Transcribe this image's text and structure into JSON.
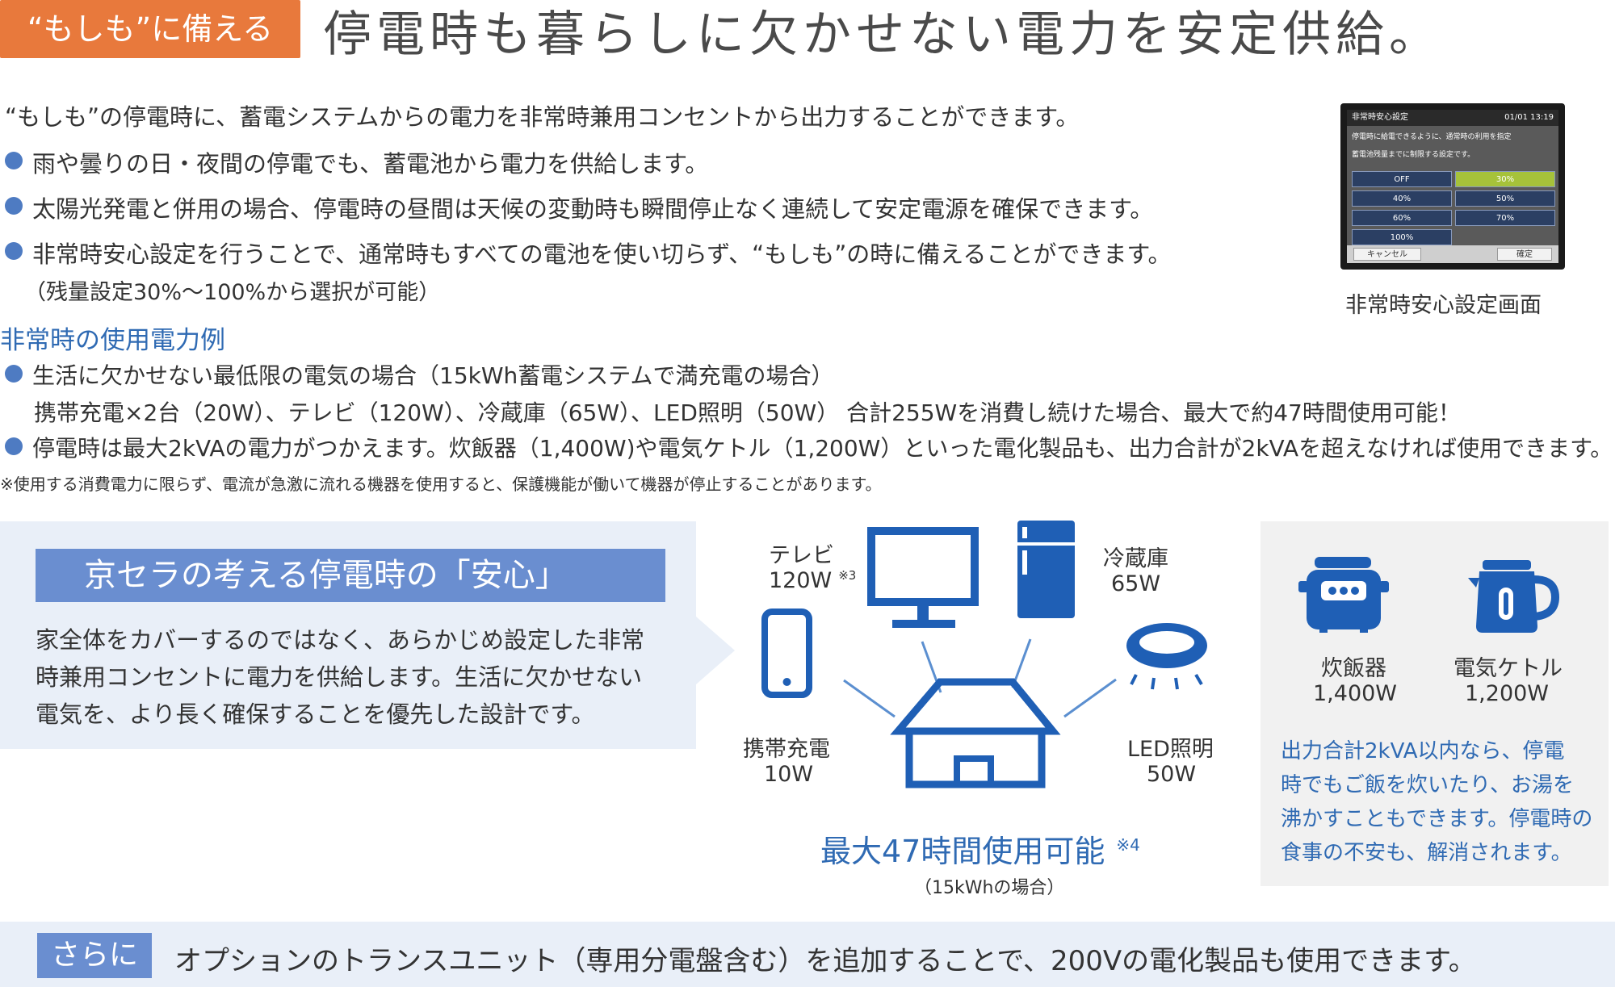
{
  "header": {
    "tag": "“もしも”に備える",
    "headline": "停電時も暮らしに欠かせない電力を安定供給。"
  },
  "intro": "“もしも”の停電時に、蓄電システムからの電力を非常時兼用コンセントから出力することができます。",
  "bullets": [
    "雨や曇りの日・夜間の停電でも、蓄電池から電力を供給します。",
    "太陽光発電と併用の場合、停電時の昼間は天候の変動時も瞬間停止なく連続して安定電源を確保できます。",
    "非常時安心設定を行うことで、通常時もすべての電池を使い切らず、“もしも”の時に備えることができます。"
  ],
  "bullet3_note": "（残量設定30%～100%から選択が可能）",
  "screen": {
    "title": "非常時安心設定",
    "datetime": "01/01 13:19",
    "message_line1": "停電時に給電できるように、通常時の利用を指定",
    "message_line2": "蓄電池残量までに制限する設定です。",
    "options": [
      "OFF",
      "30%",
      "40%",
      "50%",
      "60%",
      "70%",
      "100%"
    ],
    "selected": "30%",
    "cancel": "キャンセル",
    "confirm": "確定",
    "caption": "非常時安心設定画面"
  },
  "example": {
    "heading": "非常時の使用電力例",
    "bullet1": "生活に欠かせない最低限の電気の場合（15kWh蓄電システムで満充電の場合）",
    "bullet1_detail": "携帯充電×2台（20W）、テレビ（120W）、冷蔵庫（65W）、LED照明（50W） 合計255Wを消費し続けた場合、最大で約47時間使用可能！",
    "bullet2": "停電時は最大2kVAの電力がつかえます。炊飯器（1,400W)や電気ケトル（1,200W）といった電化製品も、出力合計が2kVAを超えなければ使用できます。",
    "note": "※使用する消費電力に限らず、電流が急激に流れる機器を使用すると、保護機能が働いて機器が停止することがあります。"
  },
  "panel": {
    "title": "京セラの考える停電時の「安心」",
    "text1": "家全体をカバーするのではなく、あらかじめ設定した非常",
    "text2": "時兼用コンセントに電力を供給します。生活に欠かせない",
    "text3": "電気を、より長く確保することを優先した設計です。"
  },
  "diagram": {
    "tv_label": "テレビ",
    "tv_watt": "120W",
    "tv_note": "※3",
    "fridge_label": "冷蔵庫",
    "fridge_watt": "65W",
    "phone_label": "携帯充電",
    "phone_watt": "10W",
    "led_label": "LED照明",
    "led_watt": "50W",
    "max_hours": "最大47時間使用可能",
    "max_note": "※4",
    "condition": "（15kWhの場合）"
  },
  "appliances": {
    "rice_label": "炊飯器",
    "rice_watt": "1,400W",
    "kettle_label": "電気ケトル",
    "kettle_watt": "1,200W",
    "text1": "出力合計2kVA以内なら、停電",
    "text2": "時でもご飯を炊いたり、お湯を",
    "text3": "沸かすこともできます。停電時の",
    "text4": "食事の不安も、解消されます。"
  },
  "bottom": {
    "tag": "さらに",
    "text": "オプションのトランスユニット（専用分電盤含む）を追加することで、200Vの電化製品も使用できます。"
  },
  "colors": {
    "accent_orange": "#e8793c",
    "brand_blue": "#2f6ab3",
    "panel_blue": "#6a8ed0",
    "panel_bg": "#e9eff8",
    "gray_bg": "#f1f1f1"
  }
}
